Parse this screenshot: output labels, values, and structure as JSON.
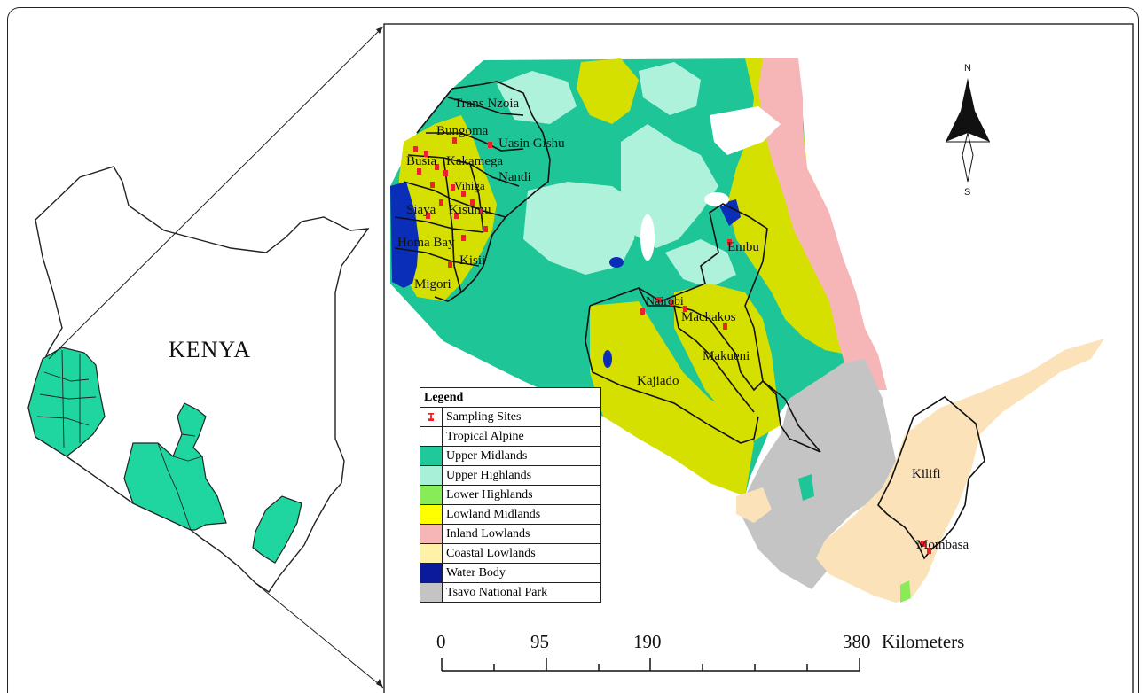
{
  "main_map_label": "KENYA",
  "compass": {
    "north": "N",
    "south": "S"
  },
  "counties": [
    "Trans Nzoia",
    "Bungoma",
    "Uasin Gishu",
    "Busia",
    "Kakamega",
    "Nandi",
    "Vihiga",
    "Siaya",
    "Kisumu",
    "Homa Bay",
    "Kisii",
    "Migori",
    "Embu",
    "Nairobi",
    "Machakos",
    "Makueni",
    "Kajiado",
    "Kilifi",
    "Mombasa"
  ],
  "legend": {
    "title": "Legend",
    "items": [
      {
        "label": "Sampling Sites",
        "swatch": "pin",
        "color": "#e8232a"
      },
      {
        "label": "Tropical Alpine",
        "color": "#ffffff"
      },
      {
        "label": "Upper Midlands",
        "color": "#1fc99a"
      },
      {
        "label": "Upper Highlands",
        "color": "#a8f0d8"
      },
      {
        "label": "Lower Highlands",
        "color": "#88ec58"
      },
      {
        "label": "Lowland Midlands",
        "color": "#ffff00"
      },
      {
        "label": "Inland Lowlands",
        "color": "#f6b6b8"
      },
      {
        "label": "Coastal Lowlands",
        "color": "#fdf2a8"
      },
      {
        "label": "Water Body",
        "color": "#0a1a9a"
      },
      {
        "label": "Tsavo National Park",
        "color": "#c4c4c4"
      }
    ]
  },
  "scale_bar": {
    "ticks": [
      "0",
      "95",
      "190",
      "380"
    ],
    "unit": "Kilometers"
  },
  "colors": {
    "county_fill": "#1fd6a0",
    "midland_green": "#1ec596",
    "highland_light": "#aef2dc",
    "lowland_yellow": "#d6e000",
    "inland_pink": "#f6b6b8",
    "coastal_tan": "#fbe2b8",
    "tsavo_gray": "#c4c4c4",
    "water_blue": "#0a2eb8"
  }
}
